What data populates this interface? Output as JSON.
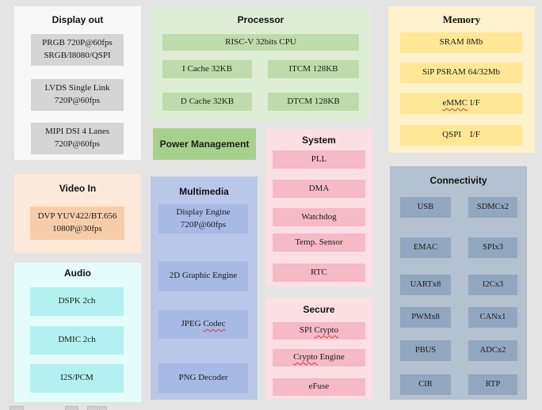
{
  "palette": {
    "page_background": "#e4e4e4",
    "display_out": {
      "panel": "#f8f8f8",
      "block": "#d5d5d5"
    },
    "processor": {
      "panel": "#ddeed5",
      "block": "#bedcab"
    },
    "memory": {
      "panel": "#fdf2cc",
      "block": "#ffe796"
    },
    "power_management": {
      "block": "#a6d18c"
    },
    "video_in": {
      "panel": "#fce9da",
      "block": "#f7cda9"
    },
    "audio": {
      "panel": "#e4fcfa",
      "block": "#b2f1ef"
    },
    "multimedia": {
      "panel": "#b9c8e9",
      "block": "#a7bae4"
    },
    "system_secure": {
      "panel": "#fbdfe3",
      "block": "#f5bac4"
    },
    "connectivity": {
      "panel": "#b3c1d1",
      "block": "#90a7bf"
    },
    "spellcheck_squiggle": "#d83a3a"
  },
  "sections": {
    "display_out": {
      "title": "Display out",
      "blocks": [
        {
          "label": "PRGB 720P@60fps\nSRGB/I8080/QSPI"
        },
        {
          "label": "LVDS Single Link\n720P@60fps"
        },
        {
          "label": "MIPI DSI 4 Lanes\n720P@60fps"
        }
      ]
    },
    "processor": {
      "title": "Processor",
      "cpu_block": {
        "label": "RISC-V 32bits CPU"
      },
      "blocks": [
        {
          "label": "I Cache 32KB"
        },
        {
          "label": "ITCM 128KB"
        },
        {
          "label": "D Cache 32KB"
        },
        {
          "label": "DTCM 128KB"
        }
      ]
    },
    "memory": {
      "title": "Memory",
      "blocks": [
        {
          "label": "SRAM 8Mb"
        },
        {
          "label": "SiP PSRAM 64/32Mb"
        },
        {
          "squiggle": "eMMC",
          "rest": " I/F"
        },
        {
          "label": "QSPI    I/F"
        }
      ]
    },
    "power_management": {
      "label": "Power Management"
    },
    "video_in": {
      "title": "Video In",
      "blocks": [
        {
          "label": "DVP YUV422/BT.656\n1080P@30fps"
        }
      ]
    },
    "audio": {
      "title": "Audio",
      "blocks": [
        {
          "label": "DSPK 2ch"
        },
        {
          "label": "DMIC 2ch"
        },
        {
          "label": "I2S/PCM"
        }
      ]
    },
    "multimedia": {
      "title": "Multimedia",
      "blocks": [
        {
          "label": "Display Engine\n720P@60fps"
        },
        {
          "label": "2D Graphic Engine"
        },
        {
          "pre": "JPEG ",
          "squiggle": "Codec"
        },
        {
          "label": "PNG Decoder"
        }
      ]
    },
    "system": {
      "title": "System",
      "blocks": [
        {
          "label": "PLL"
        },
        {
          "label": "DMA"
        },
        {
          "label": "Watchdog"
        },
        {
          "label": "Temp. Sensor"
        },
        {
          "label": "RTC"
        }
      ]
    },
    "secure": {
      "title": "Secure",
      "blocks": [
        {
          "pre": "SPI ",
          "squiggle": "Crypto"
        },
        {
          "squiggle": "Crypto",
          "rest": " Engine"
        },
        {
          "label": "eFuse"
        }
      ]
    },
    "connectivity": {
      "title": "Connectivity",
      "blocks": [
        {
          "label": "USB"
        },
        {
          "label": "SDMCx2"
        },
        {
          "label": "EMAC"
        },
        {
          "label": "SPIx3"
        },
        {
          "label": "UARTx8"
        },
        {
          "label": "I2Cx3"
        },
        {
          "label": "PWMx8"
        },
        {
          "label": "CANx1"
        },
        {
          "label": "PBUS"
        },
        {
          "label": "ADCx2"
        },
        {
          "label": "CIR"
        },
        {
          "label": "RTP"
        }
      ]
    }
  }
}
